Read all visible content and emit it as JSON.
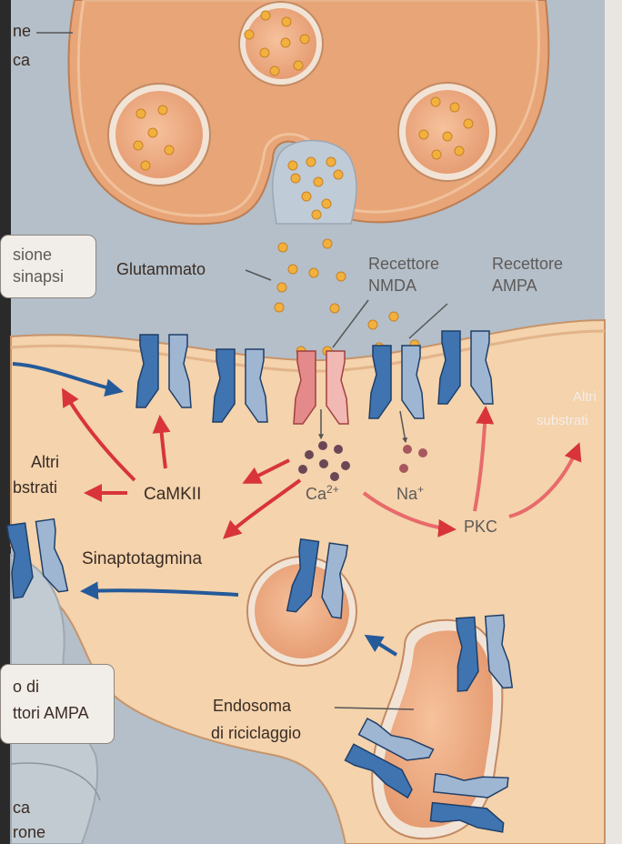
{
  "labels": {
    "top_left_1": "ne",
    "top_left_2": "ca",
    "left_box_1": "sione",
    "left_box_2": "sinapsi",
    "glutamate": "Glutammato",
    "nmda_1": "Recettore",
    "nmda_2": "NMDA",
    "ampa_1": "Recettore",
    "ampa_2": "AMPA",
    "other_left_1": "Altri",
    "other_left_2": "bstrati",
    "camkii": "CaMKII",
    "calcium": "Ca",
    "calcium_sup": "2+",
    "sodium": "Na",
    "sodium_sup": "+",
    "pkc": "PKC",
    "other_right_1": "Altri",
    "other_right_2": "substrati",
    "synaptotagmin": "Sinaptotagmina",
    "bottom_box_1": "o di",
    "bottom_box_2": "ttori AMPA",
    "endosome_1": "Endosoma",
    "endosome_2": "di riciclaggio",
    "bottom_left_1": "ca",
    "bottom_left_2": "rone"
  },
  "colors": {
    "presynaptic": "#e3a070",
    "postsynaptic": "#f2cfa8",
    "vesicle": "#f0b088",
    "cleft": "#b9c3cc",
    "glutamate_dot": "#f2b13c",
    "receptor_ampa": "#3f74b0",
    "receptor_nmda": "#e58a8a",
    "arrow_red": "#d8343a",
    "arrow_blue": "#245a9a",
    "ion_dot": "#6b4756"
  }
}
